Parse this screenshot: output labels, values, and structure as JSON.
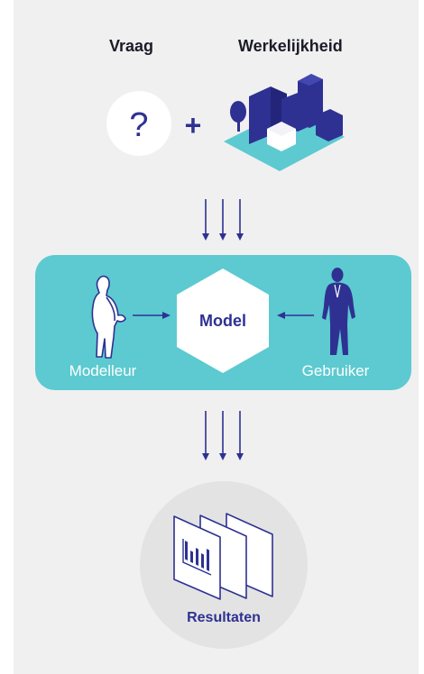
{
  "labels": {
    "question": "Vraag",
    "reality": "Werkelijkheid",
    "question_mark": "?",
    "plus": "+",
    "model": "Model",
    "modeller": "Modelleur",
    "user": "Gebruiker",
    "results": "Resultaten"
  },
  "colors": {
    "background": "#f0f0f0",
    "navy": "#2e3192",
    "teal": "#5ccad0",
    "white": "#ffffff",
    "grey_circle": "#e3e3e3",
    "text_dark": "#1c1c28"
  },
  "icons": [
    "question-circle-icon",
    "city-icon",
    "modeller-figure-icon",
    "user-figure-icon",
    "results-documents-icon",
    "bar-chart-icon"
  ]
}
